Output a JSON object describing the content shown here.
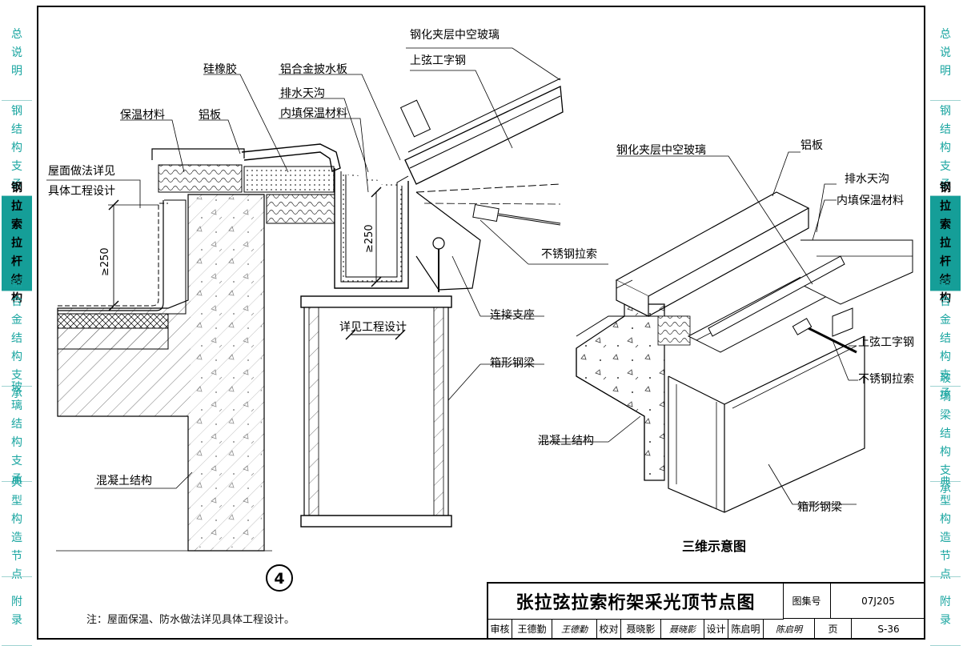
{
  "sidebar_left": [
    {
      "label": "总说明",
      "active": false
    },
    {
      "label": "钢结构支承",
      "active": false
    },
    {
      "label": "钢拉索拉杆结构",
      "active": true
    },
    {
      "label": "铝合金结构支承",
      "active": false
    },
    {
      "label": "玻璃结构支承",
      "active": false
    },
    {
      "label": "典型构造节点",
      "active": false
    },
    {
      "label": "附录",
      "active": false
    }
  ],
  "sidebar_right": [
    {
      "label": "总说明",
      "active": false
    },
    {
      "label": "钢结构支承",
      "active": false
    },
    {
      "label": "钢拉索拉杆结构",
      "active": true
    },
    {
      "label": "铝合金结构支承",
      "active": false
    },
    {
      "label": "玻璃梁结构支承",
      "active": false
    },
    {
      "label": "典型构造节点",
      "active": false
    },
    {
      "label": "附录",
      "active": false
    }
  ],
  "section": {
    "labels": {
      "glass": "钢化夹层中空玻璃",
      "top_chord": "上弦工字钢",
      "silicone": "硅橡胶",
      "flashing": "铝合金披水板",
      "insulation": "保温材料",
      "al_plate": "铝板",
      "gutter_1": "排水天沟",
      "gutter_2": "内填保温材料",
      "roof_1": "屋面做法详见",
      "roof_2": "具体工程设计",
      "dim_250_a": "≥250",
      "dim_250_b": "≥250",
      "cable": "不锈钢拉索",
      "support": "连接支座",
      "detail": "详见工程设计",
      "box_beam": "箱形钢梁",
      "concrete": "混凝土结构"
    },
    "detail_number": "4"
  },
  "iso": {
    "labels": {
      "glass": "钢化夹层中空玻璃",
      "al_plate": "铝板",
      "gutter_1": "排水天沟",
      "gutter_2": "内填保温材料",
      "top_chord": "上弦工字钢",
      "cable": "不锈钢拉索",
      "concrete": "混凝土结构",
      "box_beam": "箱形钢梁"
    },
    "caption": "三维示意图"
  },
  "note": "注：屋面保温、防水做法详见具体工程设计。",
  "title_block": {
    "title": "张拉弦拉索桁架采光顶节点图",
    "atlas_label": "图集号",
    "atlas_no": "07J205",
    "review_label": "审核",
    "reviewer": "王德勤",
    "review_sig": "王德勤",
    "check_label": "校对",
    "checker": "聂晓影",
    "check_sig": "聂晓影",
    "design_label": "设计",
    "designer": "陈启明",
    "design_sig": "陈启明",
    "page_label": "页",
    "page_no": "S-36"
  },
  "colors": {
    "accent": "#159e98",
    "tab_text": "#19a5a0"
  }
}
